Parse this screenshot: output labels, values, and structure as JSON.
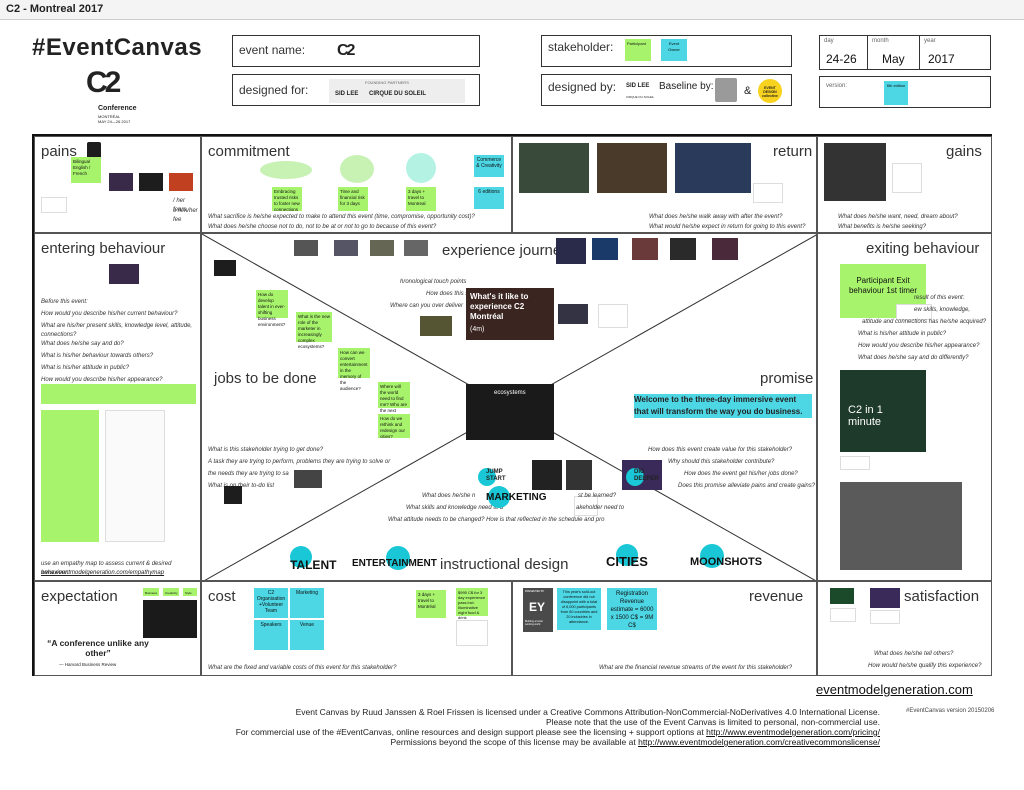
{
  "window": {
    "title": "C2 - Montreal 2017"
  },
  "header": {
    "hashtag": "#EventCanvas",
    "logo": "C2",
    "conference": "Conference",
    "city_date": "MONTRÉAL\nMAY 24—26 2017",
    "event_name_label": "event name:",
    "event_name_logo": "C2",
    "designed_for_label": "designed for:",
    "partners_heading": "FOUNDING PARTNERS",
    "partner_1": "SID LEE",
    "partner_2": "CIRQUE DU SOLEIL",
    "stakeholder_label": "stakeholder:",
    "stakeholder_tag_1": "Participant",
    "stakeholder_tag_2": "Event Owner",
    "designed_by_label": "designed by:",
    "designed_by_logo": "SID LEE",
    "designed_by_sub": "CIRQUE DU SOLEIL",
    "baseline_label": "Baseline by:",
    "amp": "&",
    "badge_text": "EVENT DESIGN collective",
    "day_label": "day",
    "day_value": "24-26",
    "month_label": "month",
    "month_value": "May",
    "year_label": "year",
    "year_value": "2017",
    "version_label": "version:",
    "version_value": "6th edition"
  },
  "cells": {
    "pains": {
      "title": "pains",
      "q1": "/ her fears,",
      "q2": "s him/her fee",
      "note_text": "Bilingual English / French"
    },
    "commitment": {
      "title": "commitment",
      "q1": "What sacrifice is he/she expected to make to attend this event (time, compromise, opportunity cost)?",
      "q2": "What does he/she choose not to do, not to be at or not to go to because of this event?",
      "s1": "Embracing trusted risks to foster new connections",
      "s2": "Time and financial risk for 3 days",
      "s3": "3 days + travel to Montreal",
      "c1": "Commerce & Creativity",
      "c2": "6 editions"
    },
    "return": {
      "title": "return",
      "q1": "What does he/she walk away with after the event?",
      "q2": "What would he/she expect in return for going to this event?"
    },
    "gains": {
      "title": "gains",
      "q1": "What does he/she want, need, dream about?",
      "q2": "What benefits is he/she seeking?"
    },
    "entering": {
      "title": "entering behaviour",
      "q0": "Before this event:",
      "q1": "How would you describe his/her current behaviour?",
      "q2": "What are his/her present skills, knowledge level, attitude, connections?",
      "q3": "What does he/she say and do?",
      "q4": "What is his/her behaviour towards others?",
      "q5": "What is his/her attitude in public?",
      "q6": "How would you describe his/her appearance?",
      "link_intro": "use an empathy map to assess current & desired behaviour:",
      "link": "www.eventmodelgeneration.com/empathymap"
    },
    "journey": {
      "title": "experience journey",
      "q1": "hronological touch points",
      "q2": "How does this se",
      "q3": "Where can you over deliver",
      "video_title": "What's it like to experience C2 Montréal",
      "video_tag": "(4m)"
    },
    "jobs": {
      "title": "jobs to be done",
      "q1": "What is this stakeholder trying to get done?",
      "q2": "A task they are trying to perform, problems they are trying to solve or",
      "q3": "the needs they are trying to sa",
      "q4": "What is on their to-do list",
      "s1": "How do develop talent in ever-shifting business environment?",
      "s2": "What is the new role of the marketer in increasingly complex ecosystems?",
      "s3": "How can we convert entertainment in the memory of the audience?",
      "s4": "Where will the world need to find me? Who are the next experts?",
      "s5": "How do we rethink and redesign our cities?"
    },
    "promise": {
      "title": "promise",
      "statement": "Welcome to the three-day immersive event that will transform the way you do business.",
      "q1": "How does this event create value for this stakeholder?",
      "q2": "Why should this stakeholder contribute?",
      "q3": "How does the event get his/her jobs done?",
      "q4": "Does this promise alleviate pains and create gains?",
      "video": "C2 in 1 minute"
    },
    "exiting": {
      "title": "exiting behaviour",
      "sticky": "Participant Exit behaviour 1st timer",
      "q1": "result of this event:",
      "q2": "ew skills, knowledge,",
      "q3": "attitude and connections has he/she acquired?",
      "q4": "What is his/her attitude in public?",
      "q5": "How would you describe his/her appearance?",
      "q6": "What does he/she say and do differently?"
    },
    "instructional": {
      "title": "instructional design",
      "q1": "What does he/she n",
      "q1b": "st be learned?",
      "q2": "What skills and knowledge need to b",
      "q2b": "akeholder need to",
      "q3": "What attitude needs to be changed? How is that reflected in the schedule and pro",
      "icons": [
        "TALENT",
        "ENTERTAINMENT",
        "MARKETING",
        "CITIES",
        "MOONSHOTS",
        "JUMP START",
        "DIG DEEPER"
      ],
      "eco": "ecosystems"
    },
    "expectation": {
      "title": "expectation",
      "quote": "“A conference unlike any other”",
      "quote_src": "— Harvard Business Review",
      "tags": [
        "Business",
        "Creativity",
        "Style"
      ]
    },
    "cost": {
      "title": "cost",
      "q1": "What are the fixed and variable costs of this event for this stakeholder?",
      "grid": [
        "C2 Organisation +Volunteer Team",
        "Marketing",
        "Speakers",
        "Venue"
      ],
      "s1": "3 days + travel to Montréal",
      "s2": "$995 C$ for 3 day experience pass incl. Illuminative night food & drink"
    },
    "revenue": {
      "title": "revenue",
      "q1": "What are the financial revenue streams of the event for this stakeholder?",
      "s1": "This year's sold-out conference did not disappoint with a total of 6,000 participants from 60 countries and 20 industries in attendance.",
      "calc": "Registration Revenue estimate = 6000 x 1500 C$ = 9M C$",
      "ey_label": "PRESENTED BY",
      "ey": "EY",
      "ey_sub": "Building a better working world"
    },
    "satisfaction": {
      "title": "satisfaction",
      "q1": "What does he/she tell others?",
      "q2": "How would he/she qualify this experience?"
    }
  },
  "footer": {
    "site": "eventmodelgeneration.com",
    "version": "#EventCanvas version 20150206",
    "line1": "Event Canvas by Ruud Janssen & Roel Frissen is licensed under a Creative Commons Attribution-NonCommercial-NoDerivatives 4.0 International License.",
    "line2": "Please note that the use of the Event Canvas is limited to personal, non-commercial use.",
    "line3": "For commercial use of the #EventCanvas, online resources and design support please see the licensing + support options at",
    "line3_link": "http://www.eventmodelgeneration.com/pricing/",
    "line4": "Permissions beyond the scope of this license may be available at",
    "line4_link": "http://www.eventmodelgeneration.com/creativecommonslicense/"
  },
  "colors": {
    "green": "#a7f36c",
    "cyan": "#4dd6e4",
    "teal": "#19c7d6"
  }
}
